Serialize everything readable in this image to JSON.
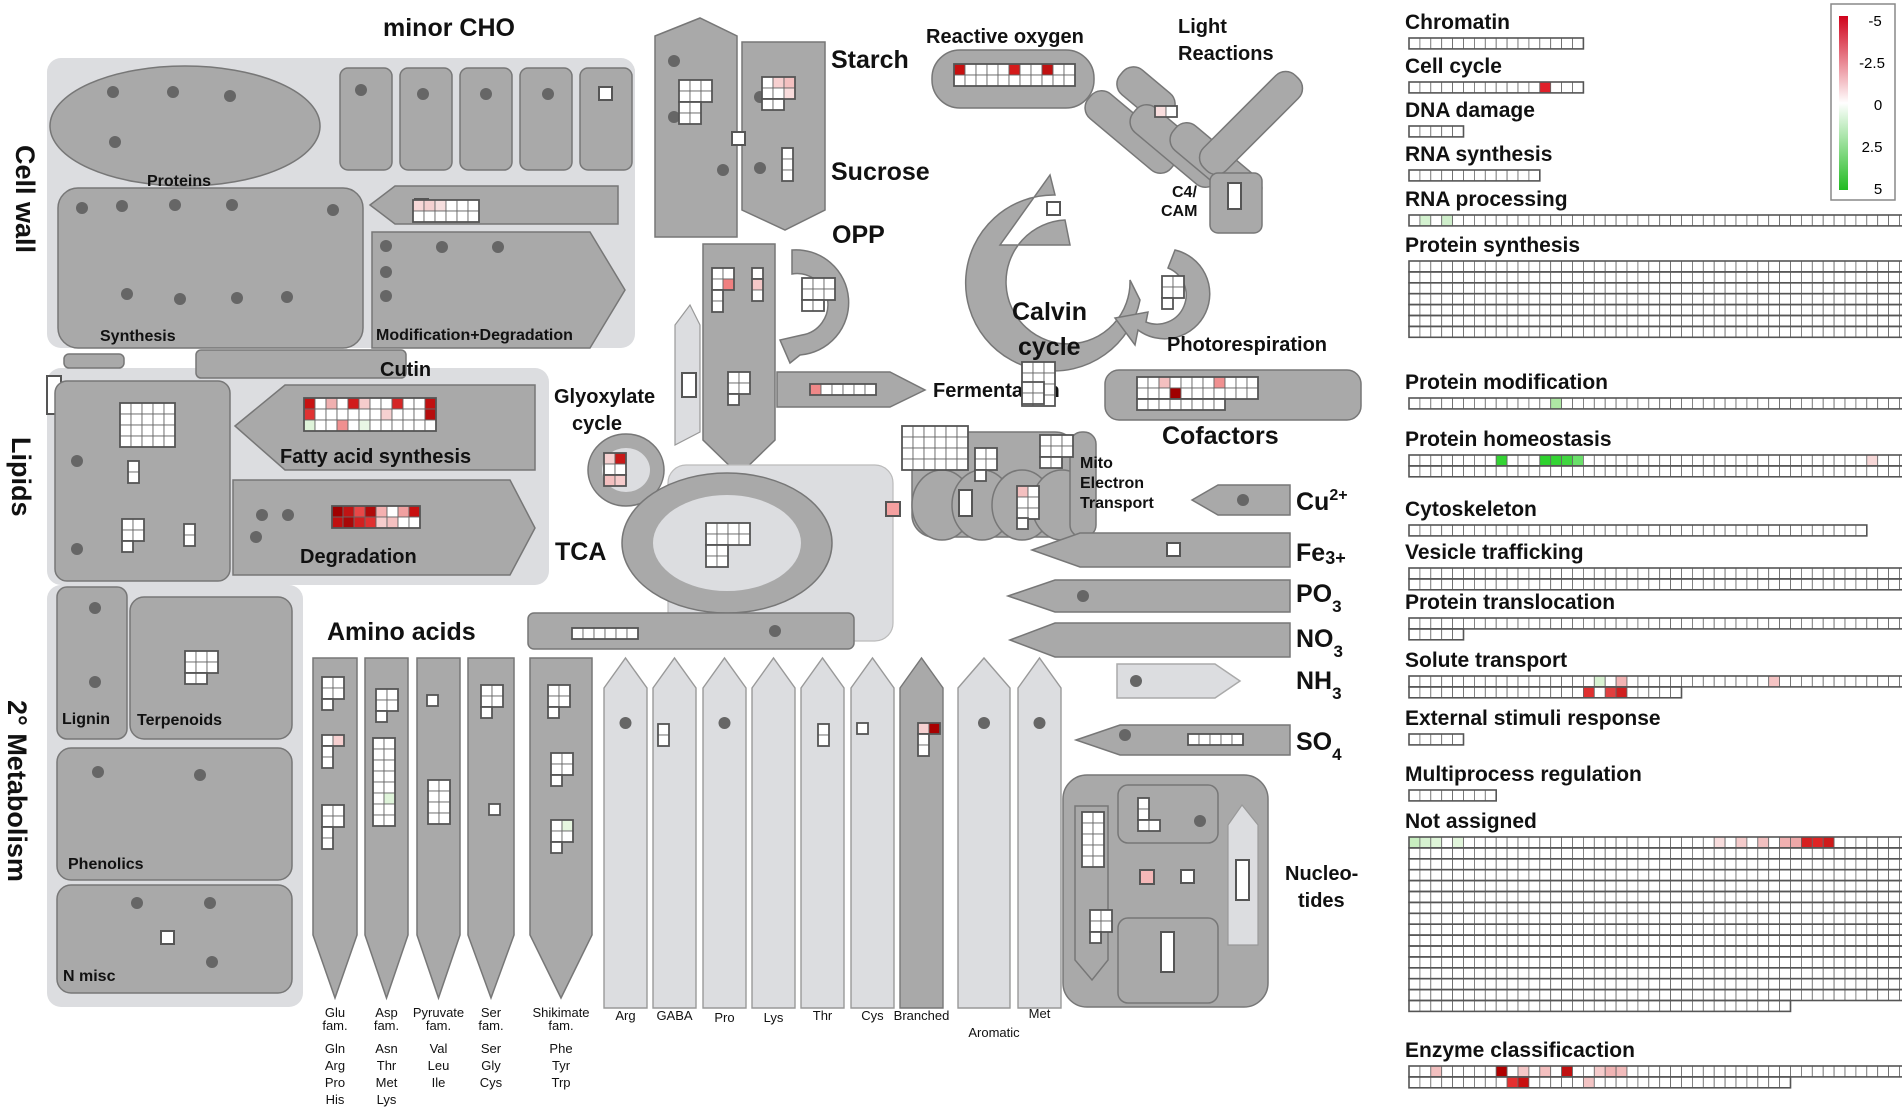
{
  "labels": {
    "minor_cho": "minor CHO",
    "cell_wall": "Cell wall",
    "proteins": "Proteins",
    "synthesis": "Synthesis",
    "mod_deg": "Modification+Degradation",
    "cutin": "Cutin",
    "lipids": "Lipids",
    "fatty_acid": "Fatty acid synthesis",
    "degradation": "Degradation",
    "metabolism": "2° Metabolism",
    "lignin": "Lignin",
    "terpenoids": "Terpenoids",
    "phenolics": "Phenolics",
    "n_misc": "N misc",
    "starch": "Starch",
    "sucrose": "Sucrose",
    "opp": "OPP",
    "reactive_oxygen": "Reactive oxygen",
    "light_reactions_1": "Light",
    "light_reactions_2": "Reactions",
    "c4": "C4/",
    "cam": "CAM",
    "calvin_1": "Calvin",
    "calvin_2": "cycle",
    "photorespiration": "Photorespiration",
    "glyoxylate_1": "Glyoxylate",
    "glyoxylate_2": "cycle",
    "fermentation": "Fermentation",
    "cofactors": "Cofactors",
    "tca": "TCA",
    "mito_1": "Mito",
    "mito_2": "Electron",
    "mito_3": "Transport",
    "cu": "Cu",
    "cu_sup": "2+",
    "fe": "Fe",
    "fe_sub": "3+",
    "po": "PO",
    "po_sub": "3",
    "no": "NO",
    "no_sub": "3",
    "nh": "NH",
    "nh_sub": "3",
    "so": "SO",
    "so_sub": "4",
    "amino_acids": "Amino acids",
    "nucleotides_1": "Nucleo-",
    "nucleotides_2": "tides"
  },
  "amino_families": [
    {
      "head": [
        "Glu",
        "fam."
      ],
      "members": [
        "Gln",
        "Arg",
        "Pro",
        "His"
      ]
    },
    {
      "head": [
        "Asp",
        "fam."
      ],
      "members": [
        "Asn",
        "Thr",
        "Met",
        "Lys"
      ]
    },
    {
      "head": [
        "Pyruvate",
        "fam."
      ],
      "members": [
        "Val",
        "Leu",
        "Ile"
      ]
    },
    {
      "head": [
        "Ser",
        "fam."
      ],
      "members": [
        "Ser",
        "Gly",
        "Cys"
      ]
    },
    {
      "head": [
        "Shikimate",
        "fam."
      ],
      "members": [
        "Phe",
        "Tyr",
        "Trp"
      ]
    }
  ],
  "amino_singles": [
    "Arg",
    "GABA",
    "Pro",
    "Lys",
    "Thr",
    "Cys",
    "Branched",
    "Aromatic",
    "Met"
  ],
  "categories": [
    {
      "name": "Chromatin",
      "rows": [
        16
      ]
    },
    {
      "name": "Cell cycle",
      "rows": [
        16
      ],
      "marks": {
        "0": {
          "12": "#e0202a"
        }
      }
    },
    {
      "name": "DNA damage",
      "rows": [
        5
      ]
    },
    {
      "name": "RNA  synthesis",
      "rows": [
        12
      ]
    },
    {
      "name": "RNA  processing",
      "rows": [
        50
      ],
      "marks": {
        "0": {
          "1": "#d4f2d0",
          "3": "#cfeecb"
        }
      }
    },
    {
      "name": "Protein synthesis",
      "rows": [
        50,
        50,
        50,
        50,
        50,
        50,
        50
      ]
    },
    {
      "name": "Protein modification",
      "rows": [
        50
      ],
      "marks": {
        "0": {
          "13": "#aee8a4",
          "46": "#f2c0c0"
        }
      }
    },
    {
      "name": "Protein homeostasis",
      "rows": [
        50,
        50
      ],
      "marks": {
        "0": {
          "8": "#33d433",
          "12": "#2ed22e",
          "13": "#33d433",
          "14": "#40d640",
          "15": "#6ae06a",
          "42": "#f7d8d8"
        }
      }
    },
    {
      "name": "Cytoskeleton",
      "rows": [
        42
      ]
    },
    {
      "name": "Vesicle trafficking",
      "rows": [
        50,
        50
      ]
    },
    {
      "name": "Protein translocation",
      "rows": [
        50,
        5
      ]
    },
    {
      "name": "Solute transport",
      "rows": [
        50,
        25
      ],
      "marks": {
        "0": {
          "17": "#d9f3d3",
          "19": "#f2b4b4",
          "33": "#f5c4c4",
          "48": "#f0a0a0",
          "49": "#e85050"
        },
        "1": {
          "16": "#e03030",
          "18": "#e04040",
          "19": "#d02020"
        }
      }
    },
    {
      "name": "External stimuli response",
      "rows": [
        5
      ]
    },
    {
      "name": "Multiprocess regulation",
      "rows": [
        8
      ]
    },
    {
      "name": "Not assigned",
      "rows": [
        50,
        50,
        50,
        50,
        50,
        50,
        50,
        50,
        50,
        50,
        50,
        50,
        50,
        50,
        50,
        35
      ],
      "marks": {
        "0": {
          "0": "#c8eec0",
          "1": "#d6f2d0",
          "2": "#def5d8",
          "4": "#e2f6dc",
          "28": "#f8dddd",
          "30": "#f5cccc",
          "32": "#f2c0c0",
          "34": "#f0b0b0",
          "35": "#eea8a8",
          "36": "#d61f1f",
          "37": "#e02424",
          "38": "#cf1a1a"
        }
      }
    },
    {
      "name": "Enzyme classificaction",
      "rows": [
        50,
        35
      ],
      "marks": {
        "0": {
          "2": "#f2c0c0",
          "8": "#b00000",
          "10": "#f5c8c8",
          "12": "#f4c0c0",
          "14": "#c01010",
          "17": "#f6cccc",
          "18": "#f0b4b4",
          "19": "#f2bcbc"
        },
        "1": {
          "9": "#e43030",
          "10": "#c81010",
          "16": "#f3c4c4"
        }
      }
    }
  ],
  "legend": {
    "ticks": [
      "-5",
      "-2.5",
      "0",
      "2.5",
      "5"
    ],
    "colors": [
      "#d0021b",
      "#ffffff",
      "#22bb22"
    ]
  }
}
